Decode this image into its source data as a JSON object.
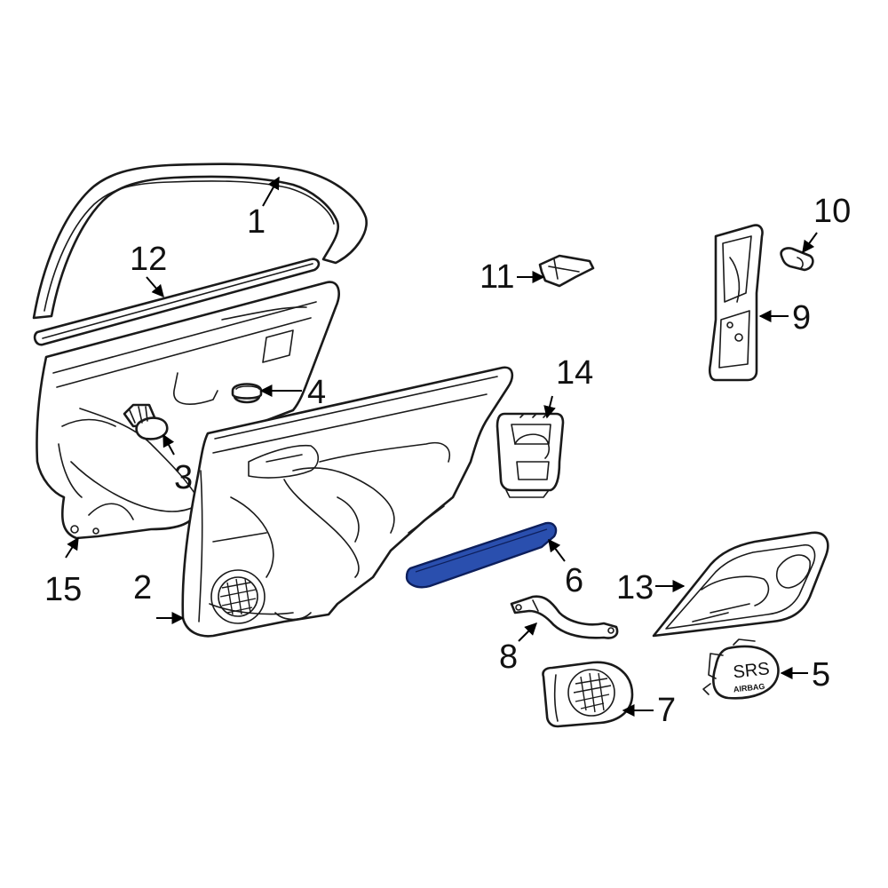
{
  "colors": {
    "line": "#1a1a1a",
    "highlight": "#2a4fae",
    "highlight_stroke": "#0d1f5c",
    "background": "#ffffff"
  },
  "callouts": [
    {
      "id": "1",
      "label": "1"
    },
    {
      "id": "2",
      "label": "2"
    },
    {
      "id": "3",
      "label": "3"
    },
    {
      "id": "4",
      "label": "4"
    },
    {
      "id": "5",
      "label": "5"
    },
    {
      "id": "6",
      "label": "6"
    },
    {
      "id": "7",
      "label": "7"
    },
    {
      "id": "8",
      "label": "8"
    },
    {
      "id": "9",
      "label": "9"
    },
    {
      "id": "10",
      "label": "10"
    },
    {
      "id": "11",
      "label": "11"
    },
    {
      "id": "12",
      "label": "12"
    },
    {
      "id": "13",
      "label": "13"
    },
    {
      "id": "14",
      "label": "14"
    },
    {
      "id": "15",
      "label": "15"
    }
  ],
  "airbag_cover": {
    "line1": "SRS",
    "line2": "AIRBAG"
  },
  "highlighted_part": "6"
}
